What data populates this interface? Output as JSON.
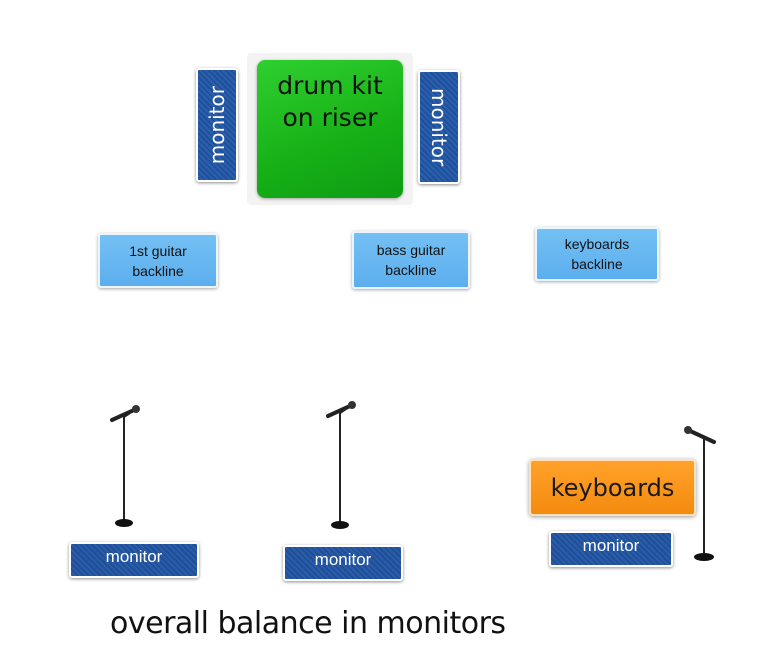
{
  "stage": {
    "drum_kit": {
      "line1": "drum kit",
      "line2": "on riser",
      "color": "#16b016"
    },
    "drum_monitor_left": {
      "label": "monitor"
    },
    "drum_monitor_right": {
      "label": "monitor"
    },
    "backlines": [
      {
        "line1": "1st guitar",
        "line2": "backline"
      },
      {
        "line1": "bass guitar",
        "line2": "backline"
      },
      {
        "line1": "keyboards",
        "line2": "backline"
      }
    ],
    "front_monitors": [
      {
        "label": "monitor"
      },
      {
        "label": "monitor"
      },
      {
        "label": "monitor"
      }
    ],
    "keyboards_label": "keyboards",
    "microphones": [
      {
        "icon": "microphone-stand-icon"
      },
      {
        "icon": "microphone-stand-icon"
      },
      {
        "icon": "microphone-stand-icon"
      }
    ]
  },
  "caption": "overall balance in monitors",
  "colors": {
    "monitor": "#20509a",
    "backline": "#5caeee",
    "keyboards": "#f58a10"
  }
}
